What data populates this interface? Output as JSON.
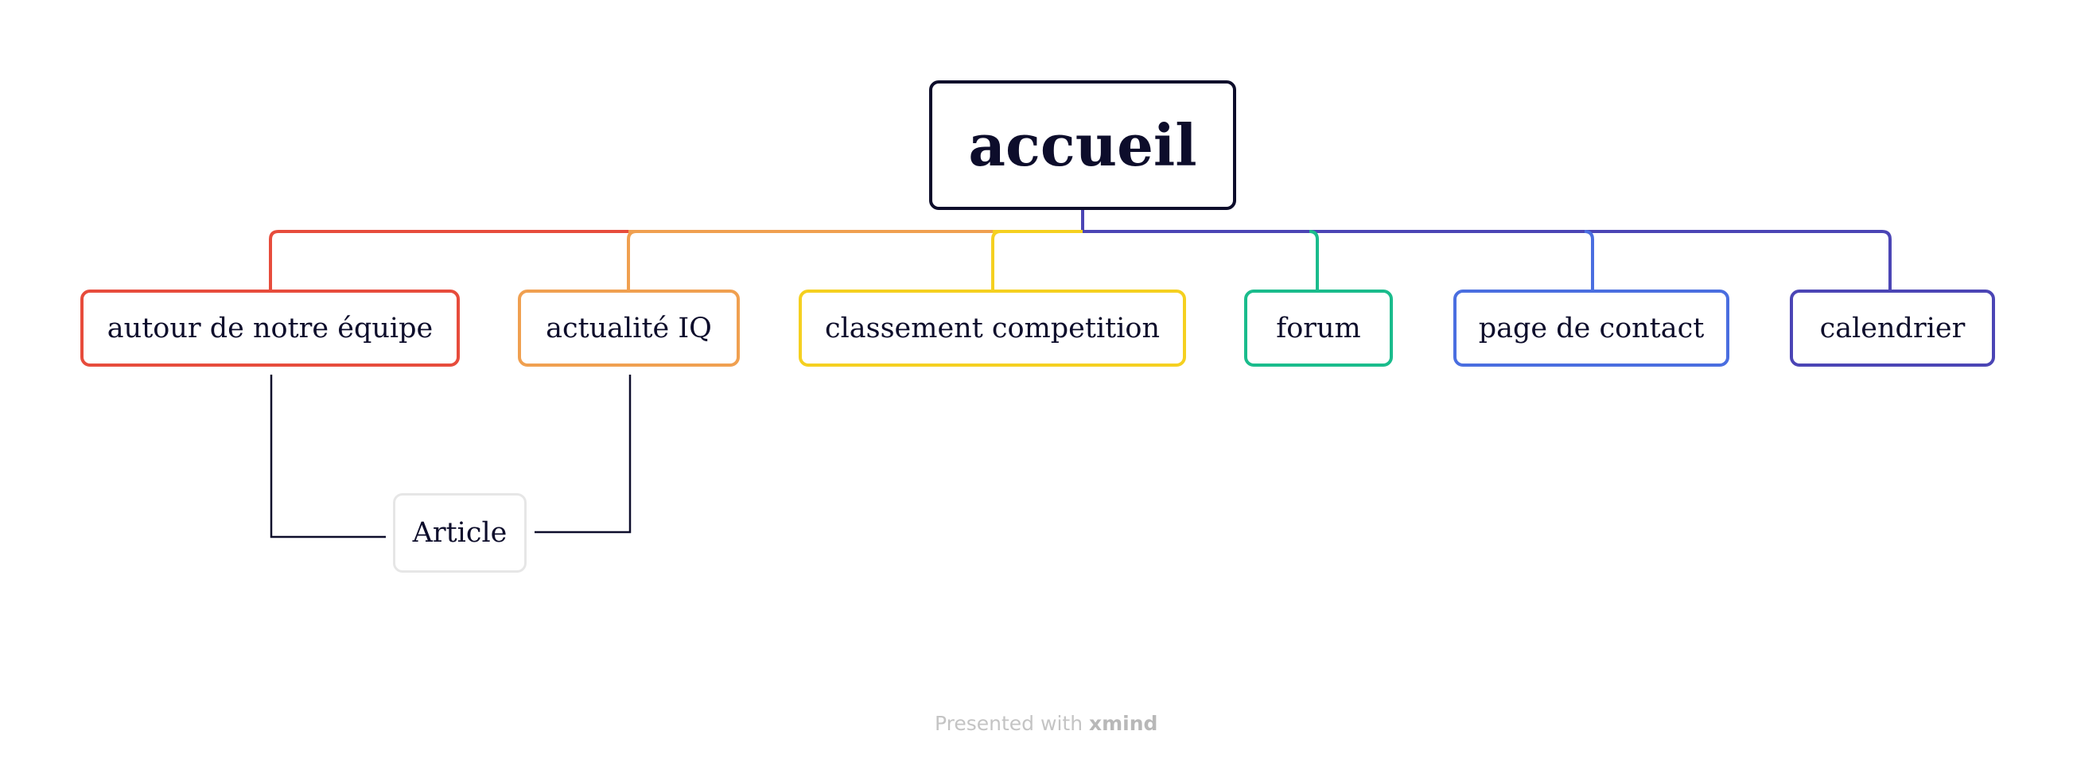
{
  "root": {
    "label": "accueil",
    "color": "#0d0d2b"
  },
  "branches": [
    {
      "label": "autour de notre équipe",
      "color": "#e74c3c"
    },
    {
      "label": "actualité IQ",
      "color": "#f0a050"
    },
    {
      "label": "classement competition",
      "color": "#f5d020"
    },
    {
      "label": "forum",
      "color": "#1abc8c"
    },
    {
      "label": "page de contact",
      "color": "#4a6ee0"
    },
    {
      "label": "calendrier",
      "color": "#4b45b5"
    }
  ],
  "floating": {
    "label": "Article",
    "color": "#e6e6e6"
  },
  "footer": {
    "prefix": "Presented with",
    "brand": "xmind"
  }
}
